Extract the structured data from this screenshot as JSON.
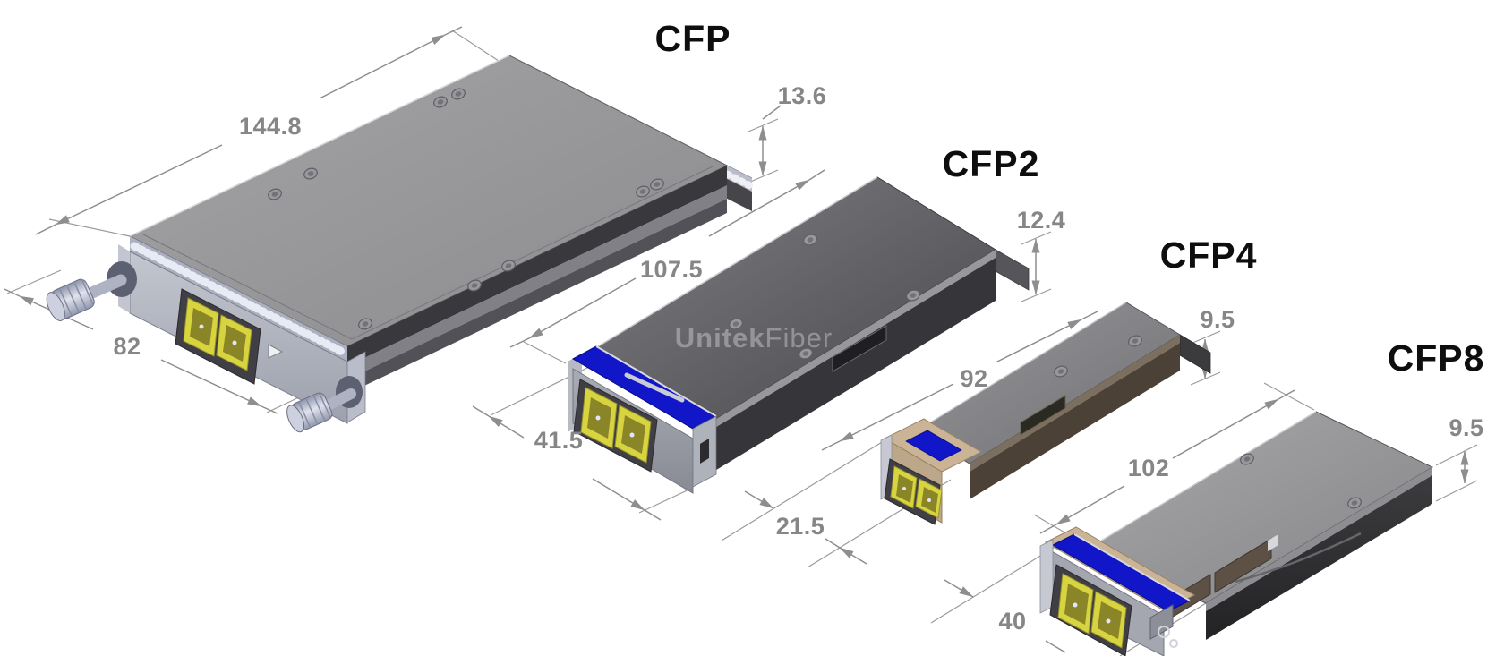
{
  "figure": {
    "type": "isometric-cad-size-comparison",
    "subject": "CFP transceiver form factors",
    "background": "#ffffff"
  },
  "watermark": {
    "bold": "Unitek",
    "light": "Fiber"
  },
  "modules": [
    {
      "id": "cfp",
      "title": "CFP",
      "dimensions": {
        "length": "144.8",
        "width": "82",
        "height": "13.6"
      }
    },
    {
      "id": "cfp2",
      "title": "CFP2",
      "dimensions": {
        "length": "107.5",
        "width": "41.5",
        "height": "12.4"
      }
    },
    {
      "id": "cfp4",
      "title": "CFP4",
      "dimensions": {
        "length": "92",
        "width": "21.5",
        "height": "9.5"
      }
    },
    {
      "id": "cfp8",
      "title": "CFP8",
      "dimensions": {
        "length": "102",
        "width": "40",
        "height": "9.5"
      }
    }
  ],
  "colors": {
    "blue_stripe": "#1216c9",
    "connector_yellow": "#d8d440",
    "bezel_tan": "#cbb496",
    "module_gray": "#9a9a9c",
    "dimension_gray": "#8e8e8e",
    "title_black": "#0e0e0e"
  }
}
